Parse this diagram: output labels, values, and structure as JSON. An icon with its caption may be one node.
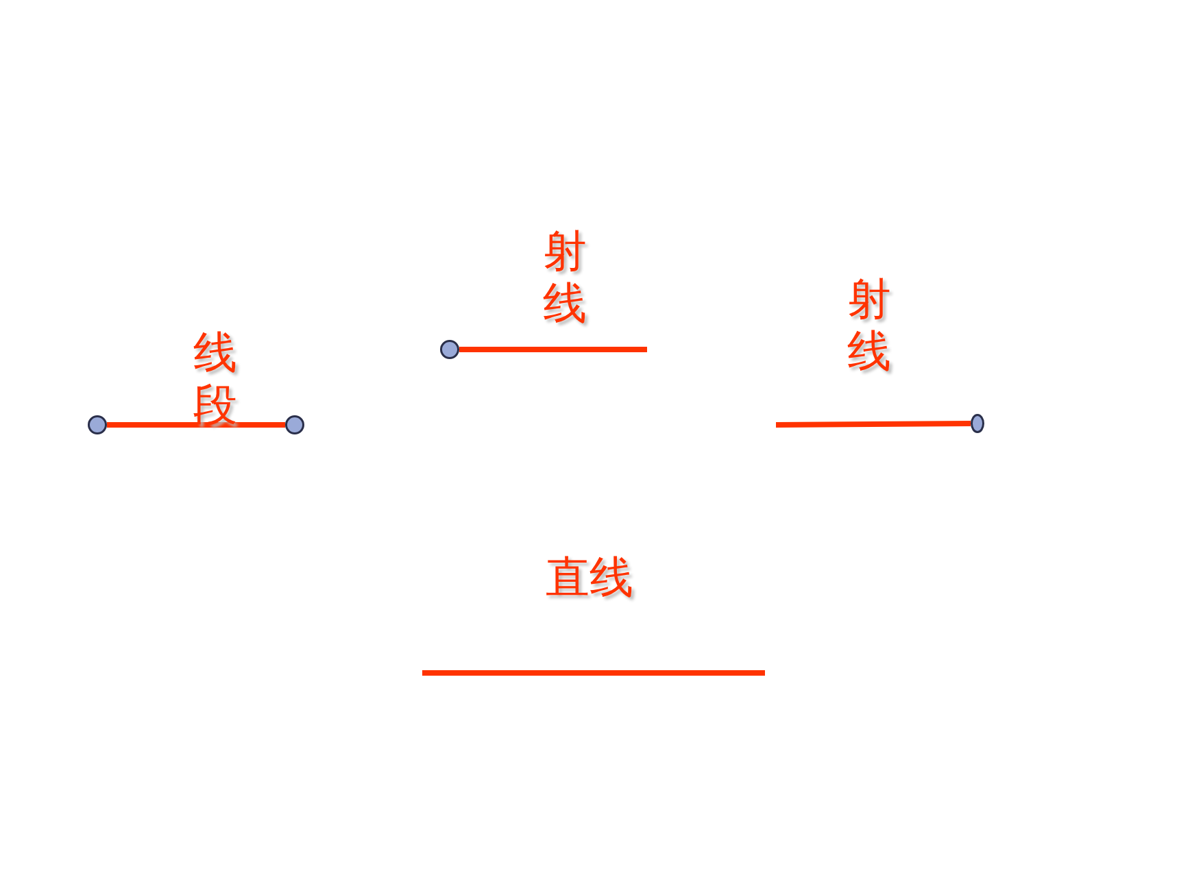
{
  "diagram": {
    "nodes": [
      {
        "text": [],
        "shape": "circle"
      },
      {
        "text": [],
        "shape": "circle"
      },
      {
        "text": [],
        "shape": "circle"
      },
      {
        "text": [],
        "shape": "circle"
      }
    ],
    "edges": [
      {
        "from": 0,
        "to": 1,
        "arrow": "none"
      },
      {
        "from": 2,
        "to": null,
        "arrow": "none"
      },
      {
        "from": null,
        "to": 3,
        "arrow": "none"
      }
    ],
    "labels": [
      "线段",
      "射线",
      "射线",
      "直线"
    ]
  }
}
